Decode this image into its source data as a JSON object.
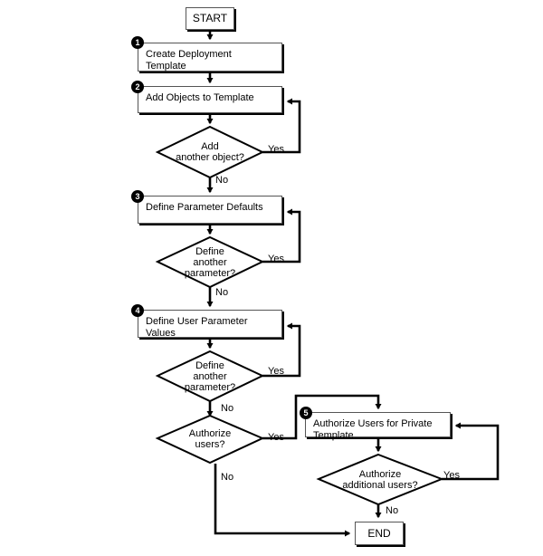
{
  "diagram": {
    "title": "Deployment Template Creation Flow",
    "colors": {
      "line": "#000000",
      "box_border": "#555555",
      "box_fill": "#ffffff",
      "badge_fill": "#000000",
      "badge_text": "#ffffff",
      "page_background": "#ffffff"
    },
    "nodes": {
      "start": {
        "label": "START",
        "type": "terminator"
      },
      "end": {
        "label": "END",
        "type": "terminator"
      },
      "step1": {
        "badge": "1",
        "label": "Create Deployment Template",
        "type": "process"
      },
      "step2": {
        "badge": "2",
        "label": "Add Objects to Template",
        "type": "process"
      },
      "step3": {
        "badge": "3",
        "label": "Define Parameter Defaults",
        "type": "process"
      },
      "step4": {
        "badge": "4",
        "label": "Define User Parameter Values",
        "type": "process"
      },
      "step5": {
        "badge": "5",
        "label": "Authorize Users for Private\nTemplate",
        "type": "process"
      },
      "decision1": {
        "label": "Add\nanother object?",
        "type": "decision"
      },
      "decision2": {
        "label": "Define\nanother\nparameter?",
        "type": "decision"
      },
      "decision3": {
        "label": "Define\nanother\nparameter?",
        "type": "decision"
      },
      "decision4": {
        "label": "Authorize\nusers?",
        "type": "decision"
      },
      "decision5": {
        "label": "Authorize\nadditional users?",
        "type": "decision"
      }
    },
    "edge_labels": {
      "d1_yes": "Yes",
      "d1_no": "No",
      "d2_yes": "Yes",
      "d2_no": "No",
      "d3_yes": "Yes",
      "d3_no": "No",
      "d4_yes": "Yes",
      "d4_no": "No",
      "d5_yes": "Yes",
      "d5_no": "No"
    }
  }
}
